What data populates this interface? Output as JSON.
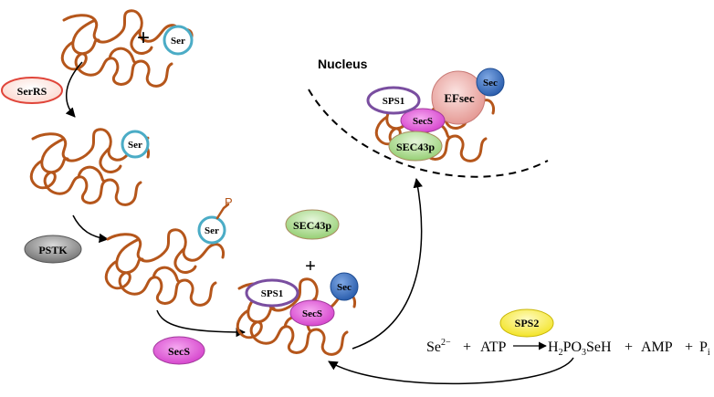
{
  "labels": {
    "plus_top": "+",
    "ser_1": "Ser",
    "serrs": "SerRS",
    "ser_2": "Ser",
    "pstk": "PSTK",
    "ser_3": "Ser",
    "phospho": "P",
    "secs_enzyme": "SecS",
    "sec43p_free": "SEC43p",
    "plus_mid": "+",
    "sps1_mid": "SPS1",
    "sec_mid": "Sec",
    "secs_mid": "SecS",
    "nucleus": "Nucleus",
    "sps1_nuc": "SPS1",
    "efsec": "EFsec",
    "sec_nuc": "Sec",
    "secs_nuc": "SecS",
    "sec43p_nuc": "SEC43p",
    "sps2": "SPS2"
  },
  "equation": {
    "se": "Se",
    "se_charge": "2−",
    "plus1": "+",
    "atp": "ATP",
    "h": "H",
    "h_sub": "2",
    "po": "PO",
    "po_sub": "3",
    "seh": "SeH",
    "plus2": "+",
    "amp": "AMP",
    "plus3": "+",
    "p": "P",
    "p_sub": "i"
  },
  "colors": {
    "trna": "#b5561b",
    "ser_ring": "#4bacc6",
    "serrs_fill": "#fde3dc",
    "serrs_stroke": "#e0453a",
    "pstk_fill": "#8a8a8a",
    "secs_fill": "#e064d8",
    "sec43p_fill": "#a8d98a",
    "sps1_stroke": "#7a4ea0",
    "sec_fill": "#3f78c5",
    "efsec_fill": "#eeaaa6",
    "sps2_fill": "#f7ee2a"
  }
}
